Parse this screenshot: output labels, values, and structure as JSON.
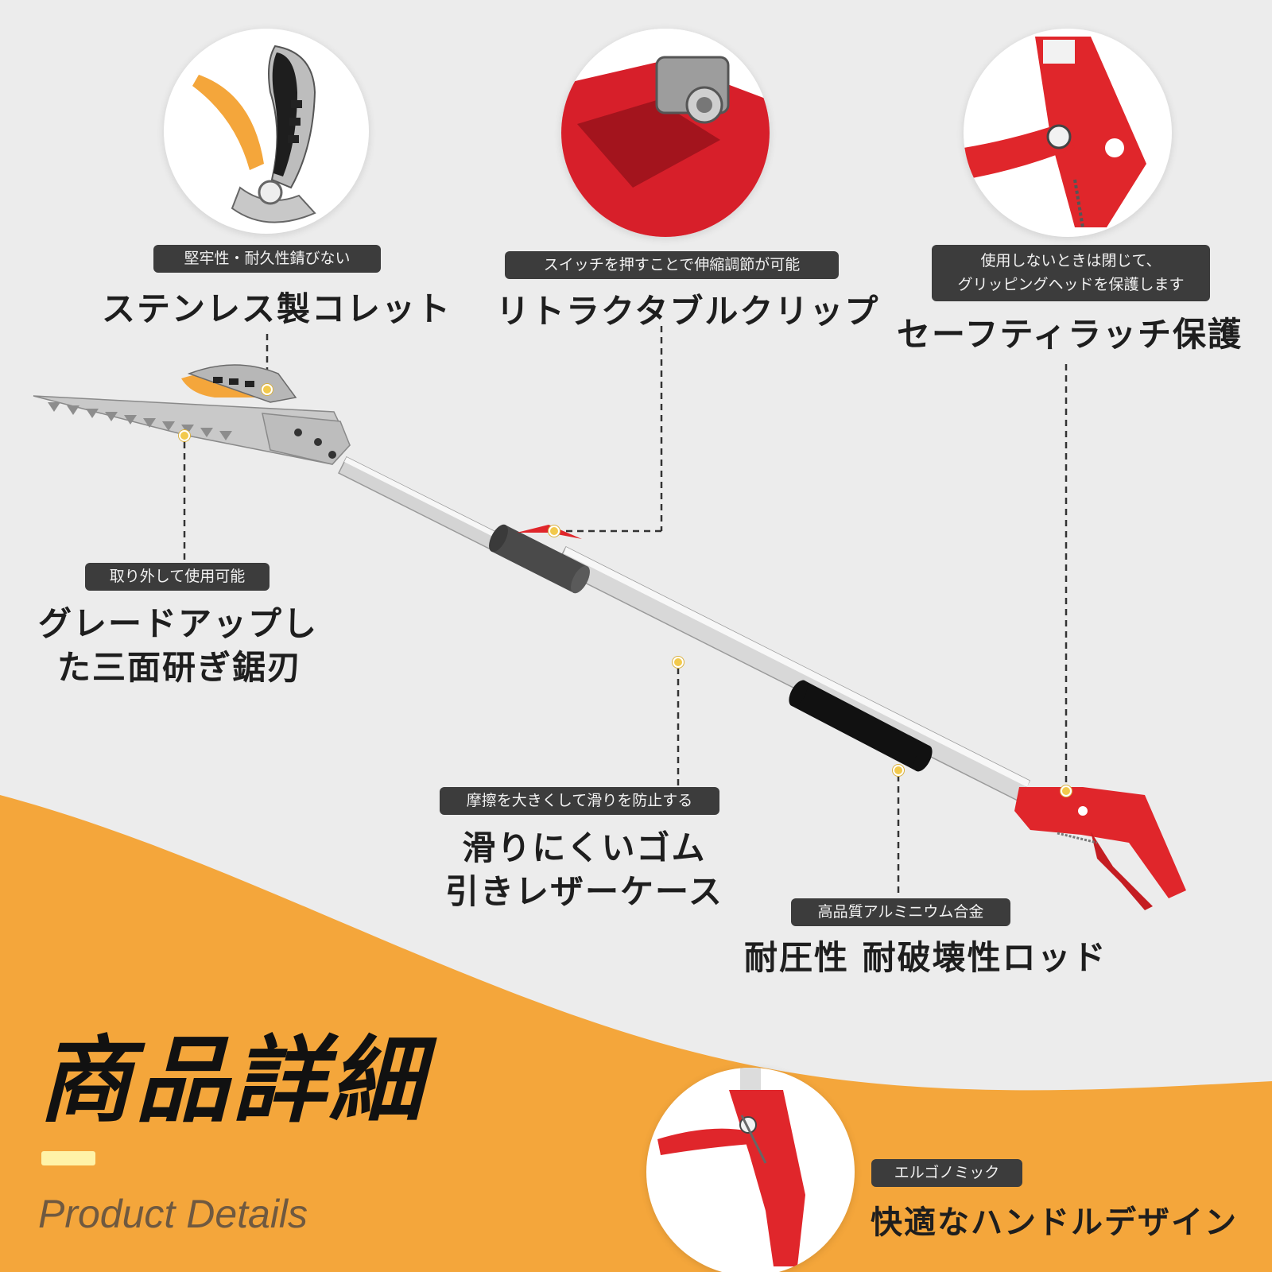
{
  "colors": {
    "background": "#ececec",
    "accent_orange": "#f4a63b",
    "handle_red": "#e0262b",
    "marker_yellow": "#f2c94c",
    "pill_dark": "#3c3c3c"
  },
  "features": [
    {
      "id": "collet",
      "tag": "堅牢性・耐久性錆びない",
      "title": "ステンレス製コレット",
      "icon": "pruner-blade-icon"
    },
    {
      "id": "clip",
      "tag": "スイッチを押すことで伸縮調節が可能",
      "title": "リトラクタブルクリップ",
      "icon": "telescoping-clip-icon"
    },
    {
      "id": "latch",
      "tag_lines": [
        "使用しないときは閉じて、",
        "グリッピングヘッドを保護します"
      ],
      "title": "セーフティラッチ保護",
      "icon": "safety-latch-icon"
    },
    {
      "id": "saw",
      "tag": "取り外して使用可能",
      "title_lines": [
        "グレードアップし",
        "た三面研ぎ鋸刃"
      ]
    },
    {
      "id": "grip",
      "tag": "摩擦を大きくして滑りを防止する",
      "title_lines": [
        "滑りにくいゴム",
        "引きレザーケース"
      ]
    },
    {
      "id": "rod",
      "tag": "高品質アルミニウム合金",
      "title": "耐圧性 耐破壊性ロッド"
    },
    {
      "id": "handle",
      "tag": "エルゴノミック",
      "title": "快適なハンドルデザイン",
      "icon": "trigger-handle-icon"
    }
  ],
  "section": {
    "title": "商品詳細",
    "subtitle": "Product Details"
  }
}
